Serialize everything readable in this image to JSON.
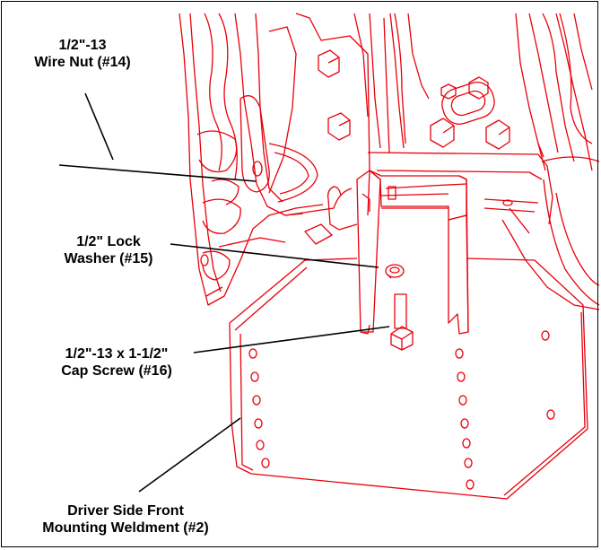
{
  "callouts": {
    "wire_nut": {
      "line1": "1/2\"-13",
      "line2": "Wire Nut (#14)"
    },
    "lock_washer": {
      "line1": "1/2\" Lock",
      "line2": "Washer (#15)"
    },
    "cap_screw": {
      "line1": "1/2\"-13 x 1-1/2\"",
      "line2": "Cap Screw (#16)"
    },
    "weldment": {
      "line1": "Driver Side Front",
      "line2": "Mounting Weldment (#2)"
    }
  },
  "colors": {
    "drawing": "#e8000b",
    "text": "#000000"
  }
}
